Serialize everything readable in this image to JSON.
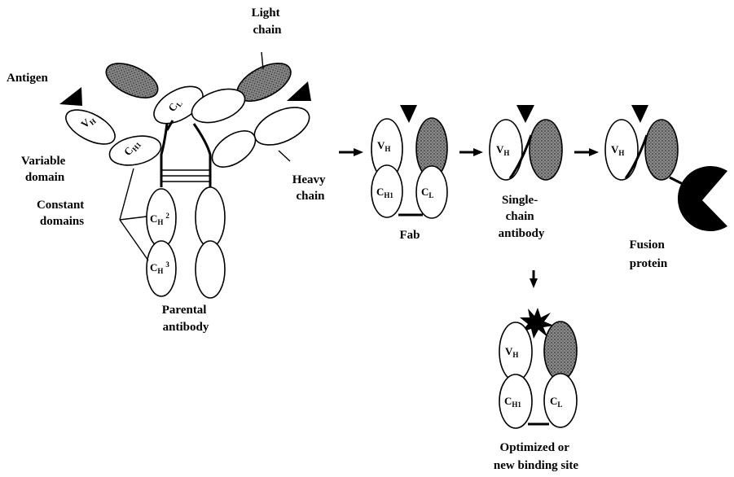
{
  "labels": {
    "light_chain": [
      "Light",
      "chain"
    ],
    "antigen": "Antigen",
    "variable_domain": [
      "Variable",
      "domain"
    ],
    "constant_domains": [
      "Constant",
      "domains"
    ],
    "heavy_chain": [
      "Heavy",
      "chain"
    ],
    "parental_antibody": [
      "Parental",
      "antibody"
    ],
    "fab": "Fab",
    "single_chain": [
      "Single-",
      "chain",
      "antibody"
    ],
    "fusion_protein": [
      "Fusion",
      "protein"
    ],
    "optimized": [
      "Optimized or",
      "new binding site"
    ]
  },
  "domains": {
    "V": "V",
    "C": "C",
    "H": "H",
    "L": "L",
    "H1": "H1",
    "H2": "H",
    "H2_sup": "2",
    "H3": "H",
    "H3_sup": "3"
  },
  "colors": {
    "ink": "#000000",
    "stipple": "#555555",
    "background": "#ffffff"
  },
  "icons": [
    "antigen-triangle-icon",
    "arrow-right-icon",
    "arrow-down-icon",
    "star-burst-icon",
    "pacman-fusion-icon"
  ]
}
